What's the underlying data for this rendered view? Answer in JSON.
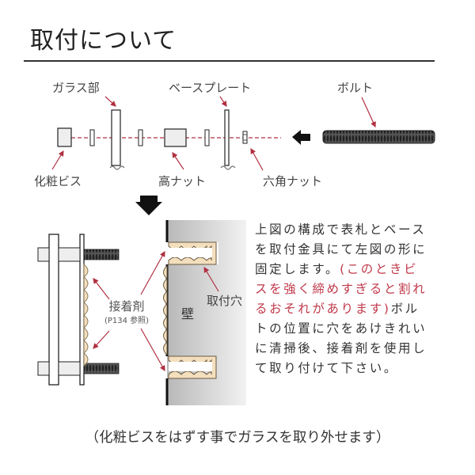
{
  "title": "取付について",
  "exploded_view": {
    "labels": {
      "glass": "ガラス部",
      "base_plate": "ベースプレート",
      "bolt": "ボルト",
      "decorative_screw": "化粧ビス",
      "tall_nut": "高ナット",
      "hex_nut": "六角ナット"
    }
  },
  "assembly_view": {
    "adhesive_label": "接着剤",
    "adhesive_ref": "(P134 参照)",
    "mount_hole_label": "取付穴",
    "wall_label": "壁"
  },
  "description": {
    "text_before": "上図の構成で表札とベースを取付金具にて左図の形に固定します。",
    "warning": "(このときビスを強く締めすぎると割れるおそれがあります)",
    "text_after": "ボルトの位置に穴をあけきれいに清掃後、接着剤を使用して取り付けて下さい。"
  },
  "footer_note": "（化粧ビスをはずす事でガラスを取り外せます）",
  "colors": {
    "accent_red": "#b03040",
    "warning_text": "#c0394b",
    "adhesive_fill": "#f3dfbe",
    "wall_gray": "#bdbdbd"
  }
}
